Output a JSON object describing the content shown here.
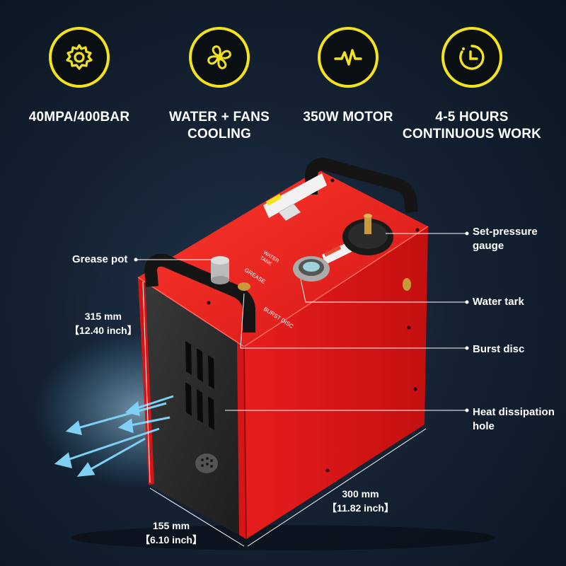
{
  "features": [
    {
      "icon": "gear-icon",
      "label": "40MPA/400BAR"
    },
    {
      "icon": "fan-icon",
      "label": "WATER + FANS\nCOOLING"
    },
    {
      "icon": "pulse-icon",
      "label": "350W MOTOR"
    },
    {
      "icon": "clock-icon",
      "label": "4-5 HOURS\nCONTINUOUS WORK"
    }
  ],
  "callouts": {
    "grease_pot": "Grease pot",
    "set_pressure_gauge": "Set-pressure\ngauge",
    "water_tank": "Water tark",
    "burst_disc": "Burst disc",
    "heat_dissipation_hole": "Heat dissipation\nhole"
  },
  "dimensions": {
    "height": "315 mm\n【12.40 inch】",
    "length": "300 mm\n【11.82 inch】",
    "width": "155 mm\n【6.10 inch】"
  },
  "panel_text": {
    "burst_disc": "BURST DISC",
    "grease": "GREASE",
    "water_tank": "WATER\nTANK"
  },
  "colors": {
    "accent": "#f5e31a",
    "body_red": "#e11b1b",
    "background": "#142233"
  }
}
